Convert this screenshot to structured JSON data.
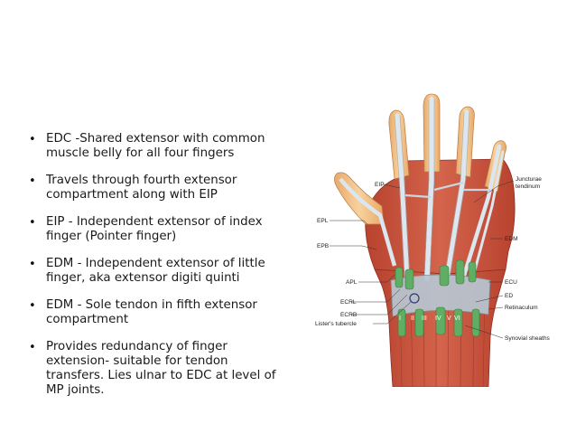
{
  "bullets": [
    {
      "line1": "EDC -Shared extensor  with common",
      "line2": "muscle belly for all four fingers"
    },
    {
      "line1": "Travels through fourth extensor",
      "line2": "compartment along with EIP"
    },
    {
      "line1": "EIP - Independent extensor of index",
      "line2": "finger (Pointer finger)"
    },
    {
      "line1": "EDM - Independent extensor of little",
      "line2": "finger, aka extensor digiti quinti"
    },
    {
      "line1": "EDM - Sole tendon in fifth extensor",
      "line2": "compartment"
    },
    {
      "line1": "Provides redundancy of finger",
      "line2": "extension- suitable for tendon",
      "line3": "transfers. Lies ulnar to EDC at level of",
      "line4": "MP joints."
    }
  ],
  "figure": {
    "labels": {
      "eip": "EIP",
      "epl": "EPL",
      "epb": "EPB",
      "apl": "APL",
      "ecrl": "ECRL",
      "ecrb": "ECRB",
      "listers": "Lister's tubercle",
      "junct1": "Juncturae",
      "junct2": "tendinum",
      "edm": "EDM",
      "ecu": "ECU",
      "ed": "ED",
      "retinaculum": "Retinaculum",
      "synovial": "Synovial sheaths"
    },
    "compartments": [
      "I",
      "II",
      "III",
      "IV",
      "V",
      "VI"
    ]
  },
  "colors": {
    "muscle": "#c8503c",
    "muscle_dark": "#9e3326",
    "tendon": "#dce6ee",
    "tendon_edge": "#9aaab8",
    "skin": "#f2c48a",
    "sheath": "#5fae63",
    "retinaculum": "#b8c6d2"
  }
}
